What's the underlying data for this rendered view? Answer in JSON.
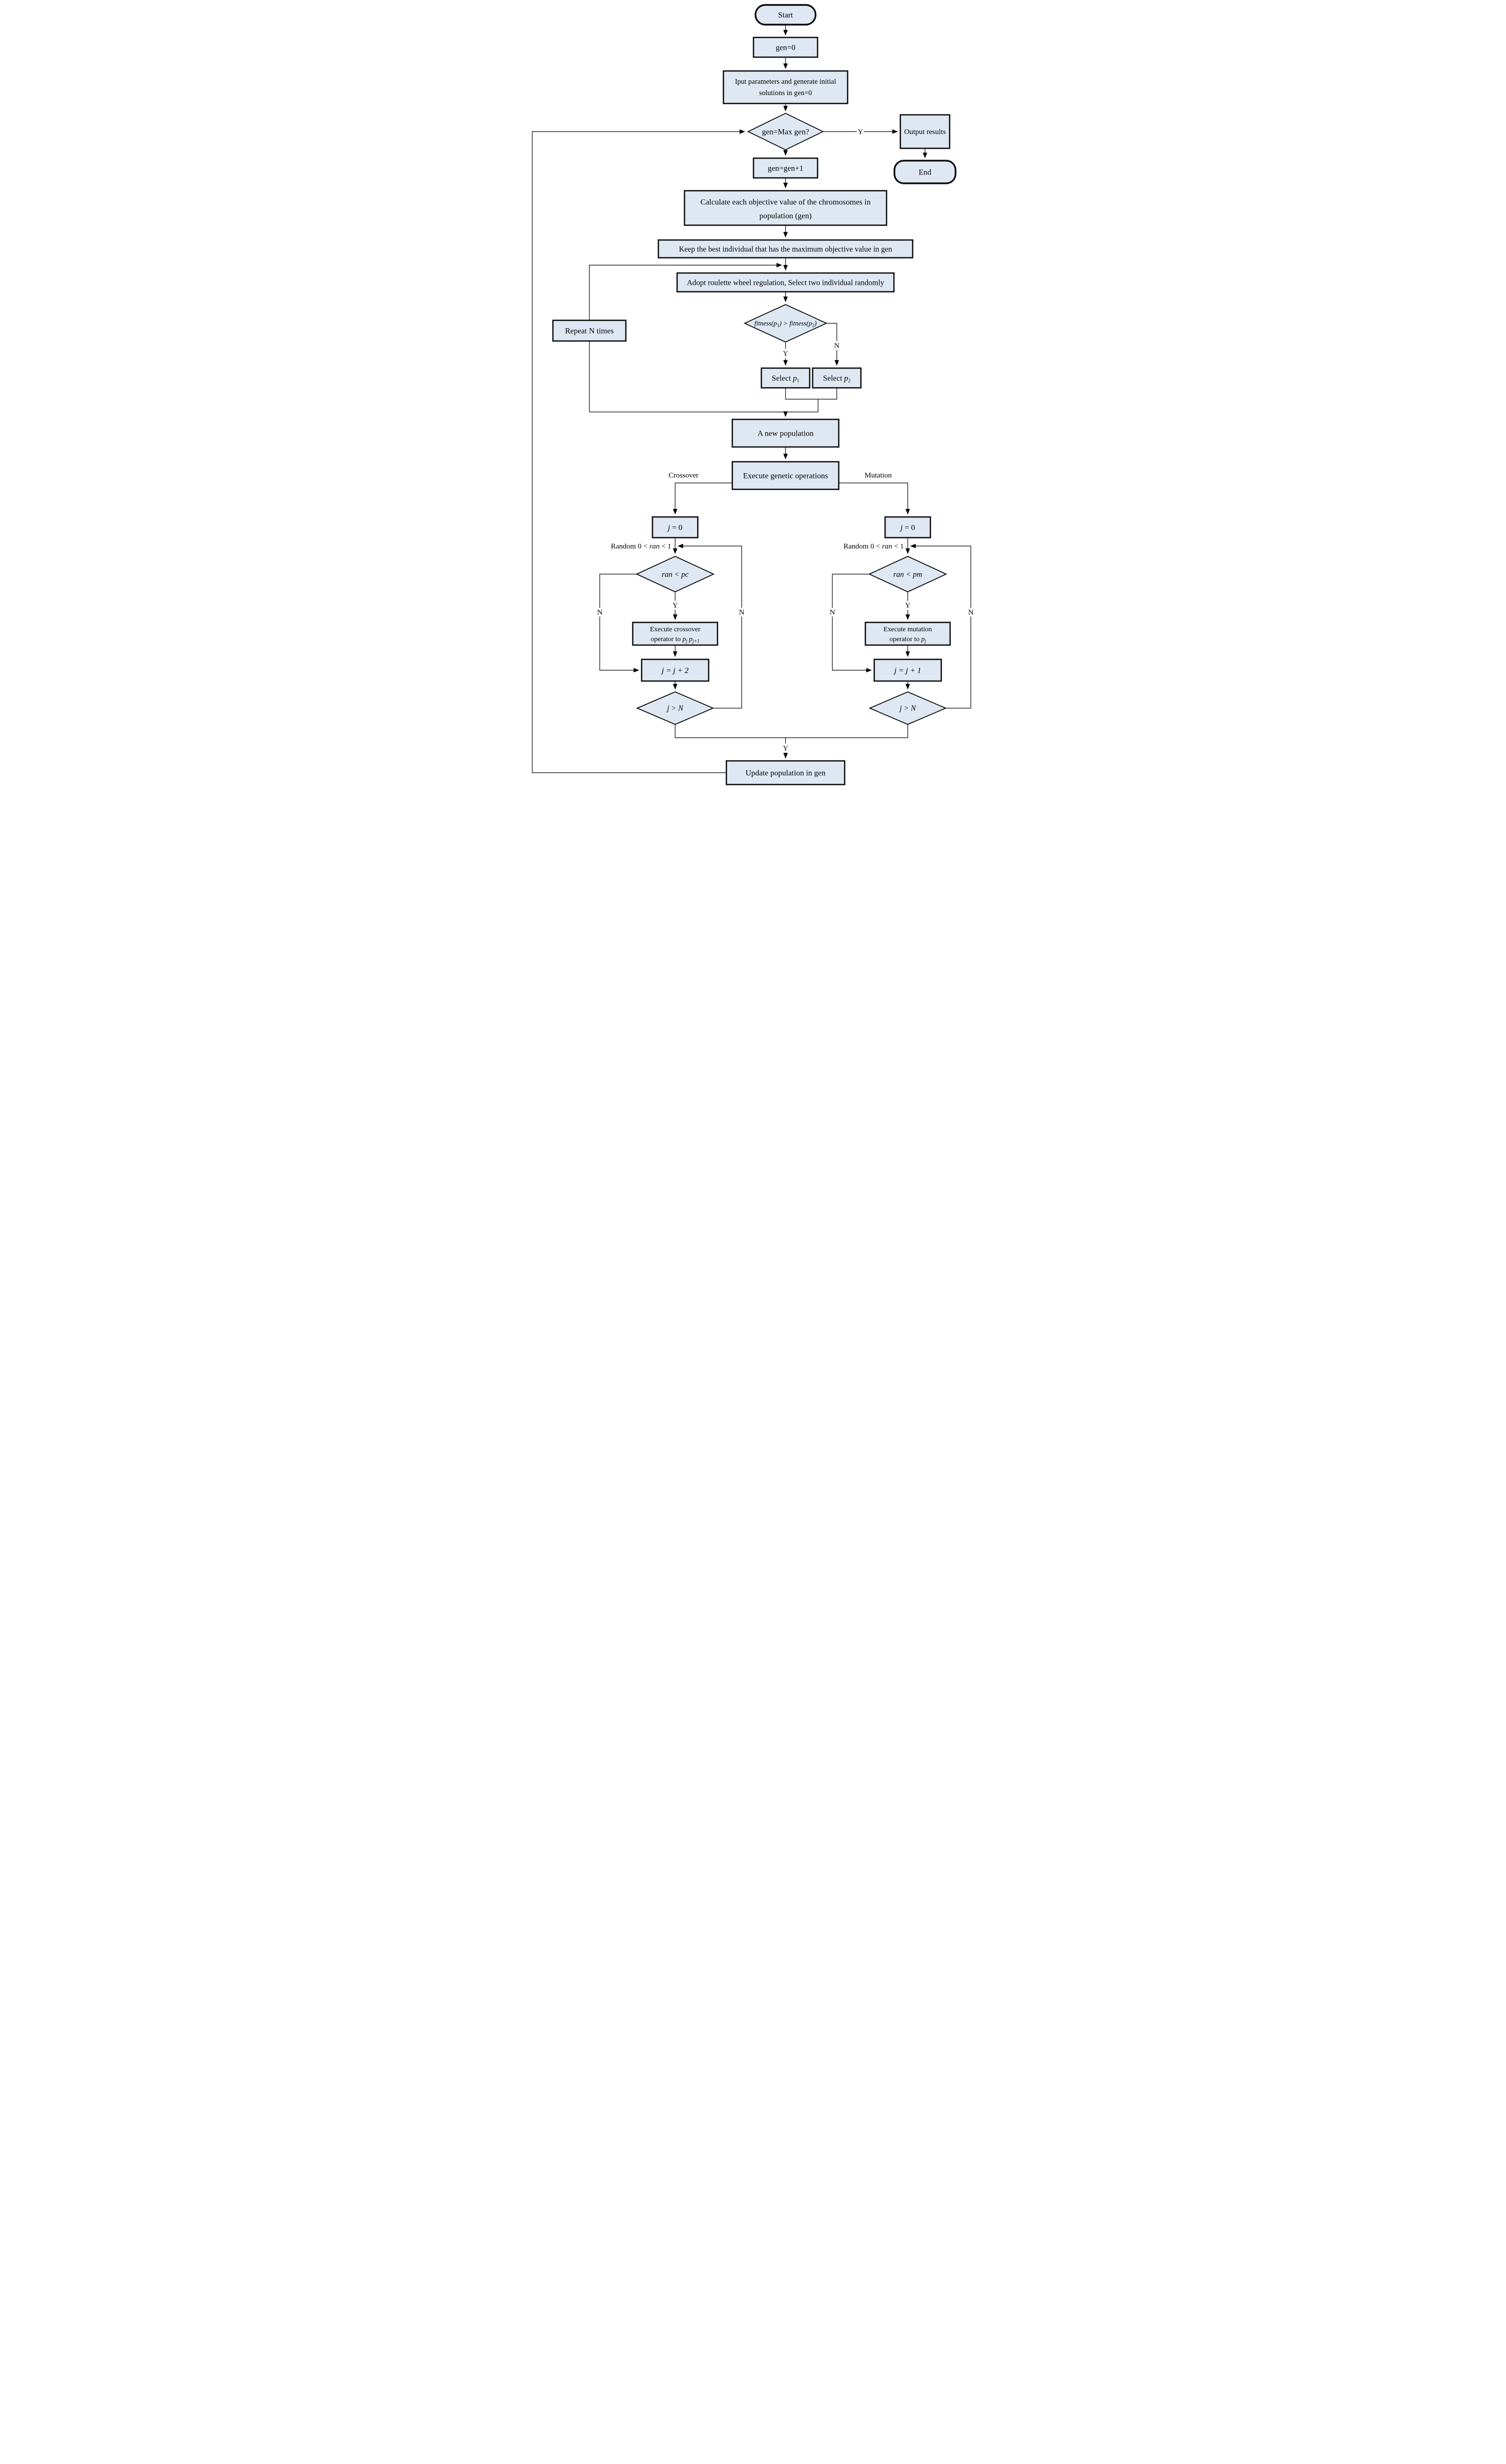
{
  "colors": {
    "node_fill": "#dee7f2",
    "node_stroke": "#0a0a0a",
    "line": "#000000",
    "background": "#ffffff"
  },
  "nodes": {
    "start": {
      "label": "Start"
    },
    "gen_zero": {
      "label": "gen=0"
    },
    "input_params": {
      "line1": "Iput parameters and generate initial",
      "line2": "solutions in gen=0"
    },
    "max_gen_check": {
      "label": "gen=Max gen?"
    },
    "output_results": {
      "label": "Output results"
    },
    "end": {
      "label": "End"
    },
    "gen_increment": {
      "label": "gen=gen+1"
    },
    "calc_objective": {
      "line1": "Calculate each objective value  of the chromosomes in",
      "line2": "population (gen)"
    },
    "keep_best": {
      "label": "Keep the best individual that has the maximum objective value in gen"
    },
    "roulette": {
      "label": "Adopt roulette wheel regulation, Select two individual randomly"
    },
    "fitness_check": {
      "parts": [
        "fitness(p",
        "1",
        ") > fitness(p",
        "2",
        ")"
      ]
    },
    "select_p1": {
      "parts": [
        "Select ",
        "p",
        "1"
      ]
    },
    "select_p2": {
      "parts": [
        "Select ",
        "p",
        "2"
      ]
    },
    "repeat_n": {
      "label": "Repeat N times"
    },
    "new_population": {
      "label": "A new population"
    },
    "exec_genetic": {
      "label": "Execute genetic operations"
    },
    "j_zero_left": {
      "parts": [
        "j",
        " = 0"
      ]
    },
    "ran_pc": {
      "label": "ran < pc"
    },
    "cross_op": {
      "line1": "Execute crossover",
      "line2_parts": [
        "operator to ",
        "p",
        "j",
        "  ",
        "p",
        "j+1"
      ]
    },
    "j_plus2": {
      "label": "j = j + 2"
    },
    "j_gt_n_left": {
      "label": "j > N"
    },
    "j_zero_right": {
      "parts": [
        "j",
        " = 0"
      ]
    },
    "ran_pm": {
      "label": "ran < pm"
    },
    "mut_op": {
      "line1": "Execute mutation",
      "line2_parts": [
        "operator to ",
        "p",
        "j"
      ]
    },
    "j_plus1": {
      "label": "j = j + 1"
    },
    "j_gt_n_right": {
      "label": "j > N"
    },
    "update_pop": {
      "label": "Update population in gen"
    }
  },
  "labels": {
    "yes_max": "Y",
    "yes_fitness": "Y",
    "no_fitness": "N",
    "crossover": "Crossover",
    "mutation": "Mutation",
    "random_left": [
      "Random 0 < ",
      "ran",
      " < 1"
    ],
    "random_right": [
      "Random 0 < ",
      "ran",
      " < 1"
    ],
    "yes_pc": "Y",
    "no_pc": "N",
    "no_loop_left": "N",
    "yes_pm": "Y",
    "no_pm": "N",
    "no_loop_right": "N",
    "yes_done": "Y"
  }
}
